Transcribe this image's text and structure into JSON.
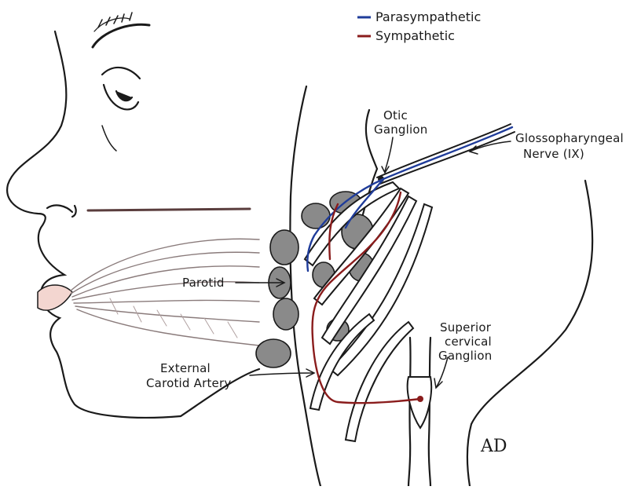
{
  "legend": {
    "items": [
      {
        "label": "Parasympathetic",
        "color": "#1f3c9a"
      },
      {
        "label": "Sympathetic",
        "color": "#8a1c1c"
      }
    ]
  },
  "labels": {
    "otic_line1": "Otic",
    "otic_line2": "Ganglion",
    "glosso_line1": "Glossopharyngeal",
    "glosso_line2": "Nerve (IX)",
    "parotid": "Parotid",
    "carotid_line1": "External",
    "carotid_line2": "Carotid Artery",
    "superior_line1": "Superior",
    "superior_line2": "cervical",
    "superior_line3": "Ganglion"
  },
  "signature": "AD",
  "colors": {
    "parasympathetic": "#1f3c9a",
    "sympathetic": "#8a1c1c",
    "ink": "#1a1a1a",
    "gland": "#7a7a7a"
  }
}
